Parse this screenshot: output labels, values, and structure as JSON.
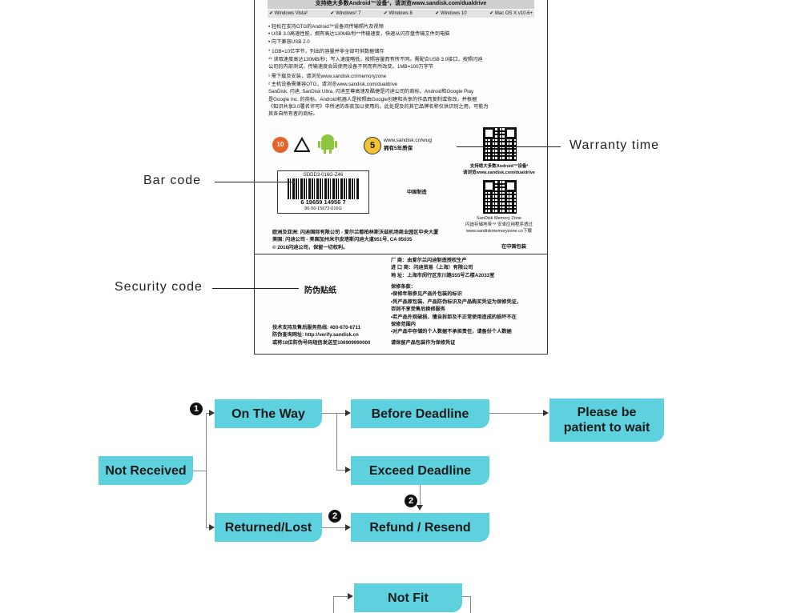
{
  "package": {
    "top_text": "支持绝大多数Android™设备²，请浏览www.sandisk.com/dualdrive",
    "os_list": [
      "Windows Vista²",
      "Windows² 7",
      "Windows 8",
      "Windows 10",
      "Mac OS X v10.6+"
    ],
    "lines": [
      "• 轻松在支持OTG的Android™设备间传输照片及视频",
      "• USB 3.0高速性能，拥有高达130MB/秒**传输速度，快速从闪存盘传输文件到电脑",
      "• 向下兼容USB 2.0",
      "* 1GB=10亿字节，列出的容量并非全部可供数据储存",
      "** 读取速度高达130MB/秒；写入速度略低，按照容量而有所不同。需配合USB 3.0接口，按照闪迪",
      "   公司的内部测试，传输速度会因使用设备不同而有所改变。1MB=100万字节",
      "¹ 需下载及安装，请浏览www.sandisk.cn/memoryzone",
      "² 主机设备需兼容OTG，请浏览www.sandisk.com/dualdrive",
      "SanDisk, 闪迪, SanDisk Ultra, 闪迪至尊高速及酷捷是闪迪公司的商标。Android和Google Play",
      "是Google Inc. 的商标。Android机器人是按照由Google创建和共享的作品而复制或修改，并根据",
      "《知识共享3.0署名许可》中所述的条款加以使用的。此处提及的其它品牌名称仅供识别之用，可能为",
      "其各自所有者的商标。"
    ],
    "warranty_url": "www.sandisk.cn/wug",
    "warranty_years": "拥有5年质保",
    "warranty_badge": "5",
    "age_badge": "10",
    "qr1_caption": [
      "支持绝大多数Android™设备²",
      "请浏览www.sandisk.com/dualdrive"
    ],
    "barcode_top": "SDDD3-016G-Z46",
    "barcode_digits": "6  19659  14956  7",
    "barcode_bottom": "80-56-15672-016G",
    "made_in_china": "中国制造",
    "qr2_caption": [
      "SanDisk Memory Zone",
      "闪迪存储地带™ 安卓应用程序透过",
      "www.sandiskmemoryzone.cn下载"
    ],
    "address": [
      "欧洲及亚洲: 闪迪国际有限公司 - 爱尔兰都柏林斯沃兹机场商业园区中央大厦",
      "美国: 闪迪公司 - 美国加州米尔皮塔斯闪迪大道951号, CA 95035",
      "© 2016闪迪公司，保留一切权利。"
    ],
    "packed_in_china": "在中国包装",
    "manufacturer": [
      "厂    商：由爱尔兰闪迪制造授权生产",
      "进 口 商：闪迪贸易（上海）有限公司",
      "地    址：上海市闵行区东川路555号乙楼A2033室"
    ],
    "security_label": "防伪贴纸",
    "warranty_terms": [
      "保修条款：",
      "•保修年限参见产品外包装的标识",
      "•凭产品原包装、产品防伪标识及产品购买凭证为保修凭证，",
      "  否则不享受售后换修服务",
      "•若产品外观破损、擅自拆卸及不正常使用造成的损坏不在",
      "  保修范围内",
      "•对产品中存储的个人数据不承担责任，请备份个人数据"
    ],
    "support": [
      "技术支持及售后服务热线: 400-670-6711",
      "防伪查询网址: http://verify.sandisk.cn",
      "或将18位防伪号码短信发送至106909990000"
    ],
    "keep_packaging": "请保留产品包装作为保修凭证"
  },
  "callouts": {
    "warranty": "Warranty  time",
    "barcode": "Bar  code",
    "security": "Security  code"
  },
  "flow": {
    "not_received": "Not Received",
    "on_the_way": "On The Way",
    "before_deadline": "Before Deadline",
    "please_wait": "Please be patient to wait",
    "exceed_deadline": "Exceed Deadline",
    "returned_lost": "Returned/Lost",
    "refund_resend": "Refund / Resend",
    "not_fit": "Not Fit",
    "marker1": "1",
    "marker2": "2",
    "box_color": "#5dd2de"
  }
}
